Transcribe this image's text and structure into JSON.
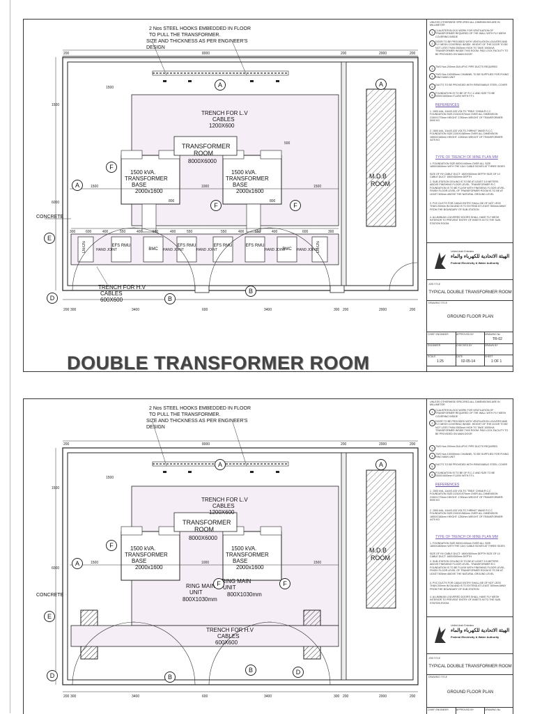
{
  "sheet1": {
    "notes_header": "2 Nos STEEL HOOKS EMBEDDED IN FLOOR",
    "notes_line2": "TO PULL THE TRANSFORMER.",
    "notes_line3": "SIZE AND THICKNESS AS PER ENGINEER'S",
    "notes_line4": "DESIGN",
    "trench_lv": "TRENCH FOR L.V",
    "trench_lv2": "CABLES",
    "trench_lv3": "1200X600",
    "tr_room": "TRANSFORMER",
    "tr_room2": "ROOM",
    "tr_room3": "8000X6000",
    "kva": "1500 kVA.",
    "tr_base": "TRANSFORMER",
    "base": "BASE",
    "base_size": "2000x1600",
    "mdb": "M.D.B",
    "mdb2": "ROOM",
    "concrete": "CONCRETE",
    "trench_hv": "TRENCH FOR H.V",
    "trench_hv2": "CABLES",
    "trench_hv3": "600X600",
    "cells": [
      "DEOS",
      "EFS RMU",
      "BMC",
      "EFS RMU",
      "EFS RMU",
      "EFS RMU",
      "BMC",
      "DEOS"
    ],
    "hand_joint": "HAND JOINT",
    "bubbles": {
      "A": "A",
      "B": "B",
      "D": "D",
      "E": "E",
      "F": "F"
    },
    "dims_top": [
      "200",
      "8000",
      "200",
      "2000",
      "200"
    ],
    "dims_row": [
      "300",
      "600",
      "400",
      "550",
      "400",
      "550",
      "400",
      "550",
      "550",
      "400",
      "550",
      "400",
      "600",
      "300"
    ],
    "dims_bottom": [
      "200",
      "300",
      "3400",
      "600",
      "3400",
      "300",
      "200",
      "2000",
      "200"
    ],
    "dim_1500": "1500",
    "dim_1000": "1000",
    "dim_6000": "6000",
    "dim_500": "500",
    "dim_2000": "2000",
    "dim_800": "800",
    "big_title": "DOUBLE TRANSFORMER ROOM"
  },
  "sheet2": {
    "ring_main": "RING MAIN",
    "unit": "UNIT",
    "rmu_size": "800X1030mm",
    "trench_hv": "TRENCH FOR H.V",
    "trench_hv2": "CABLES",
    "trench_hv3": "600X600"
  },
  "panel": {
    "notes": [
      {
        "n": "",
        "text": "UNLESS OTHERWISE SPECIFIED ALL DIMENSIONS ARE IN MILLIMETER"
      },
      {
        "n": "1",
        "text": "CLAUSTER BLOCK WORK FOR VENTILATION OF TRANSFORMER REQUIRED OF THE WALL WITH FLY MESH COVERING INSIDE"
      },
      {
        "n": "2",
        "text": "DOOR TO BE PROVIDED WITH VENTILATION LOUVERS AND FLY MESH COVERING INSIDE. HEIGHT OF THE DOOR TO BE NOT LESS THAN 2500mm HIGH TO TAKE 1000kVA TRANSFORMER INSIDE THIS ROOM. PAD LOCK FACILITY TO BE PROVIDED ON MAIN DOOR"
      },
      {
        "n": "3",
        "text": "TWO Nos 200mm DIA UPVC PIPE DUCTS REQUIRED"
      },
      {
        "n": "4",
        "text": "TWO Nos 100X50mm CHANNEL TO BE SUPPLIED FOR FIXING RING MAIN UNIT"
      },
      {
        "n": "5",
        "text": "DUCTS TO BE PROVIDED WITH REMOVABLE STEEL COVER"
      },
      {
        "n": "6",
        "text": "FOUNDATION IS TO BE OF R.C.C AND SIZE TO BE 2000X1600mm FLUSH WITH F.F.L"
      }
    ],
    "ref_heading": "REFERENCES",
    "refs": [
      "1. 1500 kVA, 11kV/0.433 VOLTS-\"TBEA\" CHINA R.C.C FOUNDATION SIZE:2130X1970mm OVER ALL DIMENSION 2150X1770mm HEIGHT: 1780mm WEIGHT OF TRANSFORMER: 5000 KG",
      "2. 1500 kVA, 11kV/0.433 VOLTS-\"HIRING\" MAKE R.C.C FOUNDATION SIZE:2150X1580mm OVER ALL DIMENSION 1650X2180mm HEIGHT: 1250mm WEIGHT OF TRANSFORMER: 4475 KG"
    ],
    "ref2_heading": "TYPE OF TRENCH OF MINE PLAN MM",
    "refs2": [
      "1. FOUNDATION SIZE 800X1440mm OVER ALL SIZE: 1800X1800mm WITH THE 11kV CABLE BOXES AT THREE SIDES",
      "SIZE OF HV CABLE DUCT: 1800X500mm DEPTH SIZE OF LV CABLE DUCT: 1800X500mm DEPTH",
      "2. SUB-STATION CEILING IS TO BE AT LEAST 3.5 METERS ABOVE FINISHING FLOOR LEVEL. TRANSFORMER R.C FOUNDATION IS TO BE FLUSH WITH FINISHING FLOOR LEVEL. FINISH FLOOR LEVEL OF TRANSFORMER ROOM IS TO BE AT LEAST 500mm ABOVE THE NATURAL GROUND LEVEL",
      "3. PVC DUCTS FOR CABLE ENTRY SHALL BE OF NOT LESS THAN 200mm IN DIA AND IS TO EXTEND AT LEAST 500mm AWAY FROM THE BOUNDARY OF SUB-STATION",
      "4. ALUMINUM LOUVERED DOORS SHALL HAVE FLY MESH INTERIOR TO PREVENT ENTRY OF INSETS IN TO THE SUB-STATION ROOM."
    ],
    "org_arabic": "الهيئة الاتحادية للكهرباء والماء",
    "org_top": "United Arab Emirates",
    "org_name": "Federal Electricity & Water Authority",
    "job_title_lbl": "JOB TITLE",
    "job_title": "TYPICAL DOUBLE TRANSFORMER ROOM",
    "drawing_title_lbl": "DRAWING TITLE",
    "drawing_title": "GROUND FLOOR PLAN",
    "drawing_no": "TR-02",
    "grid": [
      {
        "k": "CHIEF ENGINEER",
        "v": ""
      },
      {
        "k": "APPROVED BY",
        "v": ""
      },
      {
        "k": "DRAWING No",
        "v": "TR-02"
      },
      {
        "k": "ENGINEER",
        "v": ""
      },
      {
        "k": "CHECKED BY",
        "v": ""
      },
      {
        "k": "DRAWN BY",
        "v": ""
      },
      {
        "k": "SCALE",
        "v": "1:25"
      },
      {
        "k": "DATE",
        "v": "02-05-14"
      },
      {
        "k": "SHEET",
        "v": "1 OF 1"
      }
    ]
  }
}
